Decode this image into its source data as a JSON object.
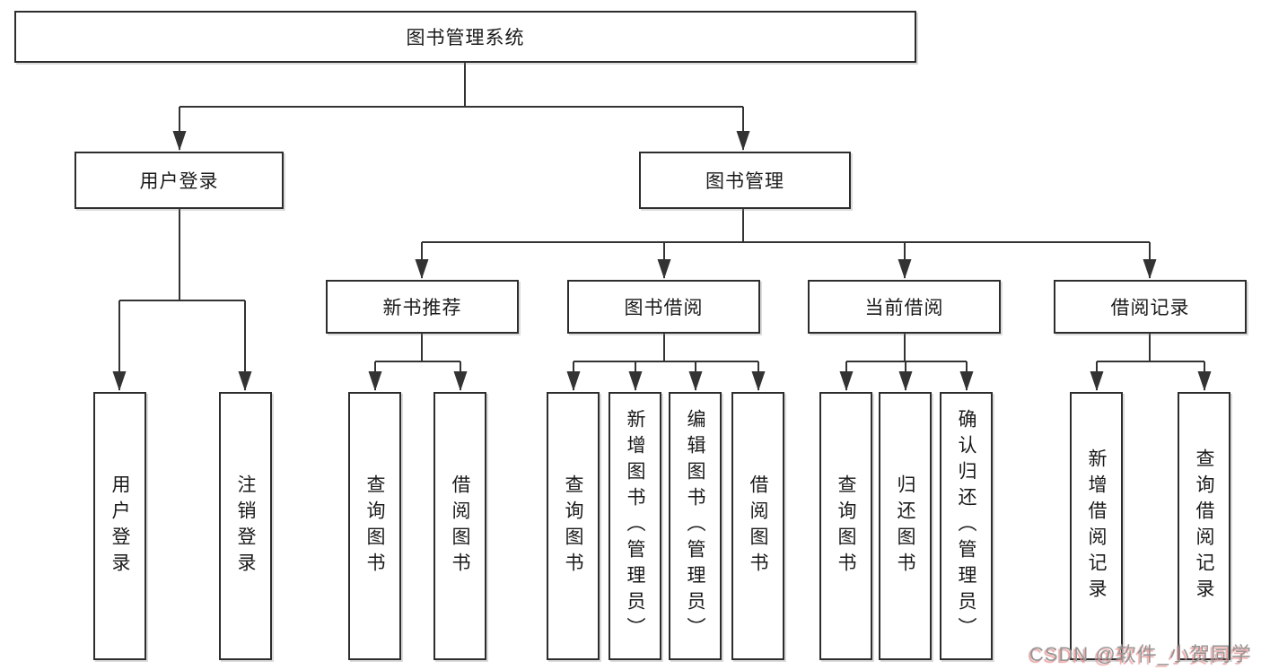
{
  "diagram": {
    "root": {
      "label": "图书管理系统"
    },
    "level2": [
      {
        "label": "用户登录",
        "children": [
          "用户登录",
          "注销登录"
        ]
      },
      {
        "label": "图书管理",
        "children": [
          {
            "label": "新书推荐",
            "children": [
              "查询图书",
              "借阅图书"
            ]
          },
          {
            "label": "图书借阅",
            "children": [
              "查询图书",
              "新增图书（管理员）",
              "编辑图书（管理员）",
              "借阅图书"
            ]
          },
          {
            "label": "当前借阅",
            "children": [
              "查询图书",
              "归还图书",
              "确认归还（管理员）"
            ]
          },
          {
            "label": "借阅记录",
            "children": [
              "新增借阅记录",
              "查询借阅记录"
            ]
          }
        ]
      }
    ],
    "watermark": "CSDN @软件_小贺同学"
  },
  "colors": {
    "background": "#ffffff",
    "box_fill": "#ffffff",
    "box_border": "#2d2d2d",
    "line": "#333333",
    "text": "#1a1a1a",
    "watermark_text": "#969696",
    "watermark_shadow": "#e89090"
  }
}
